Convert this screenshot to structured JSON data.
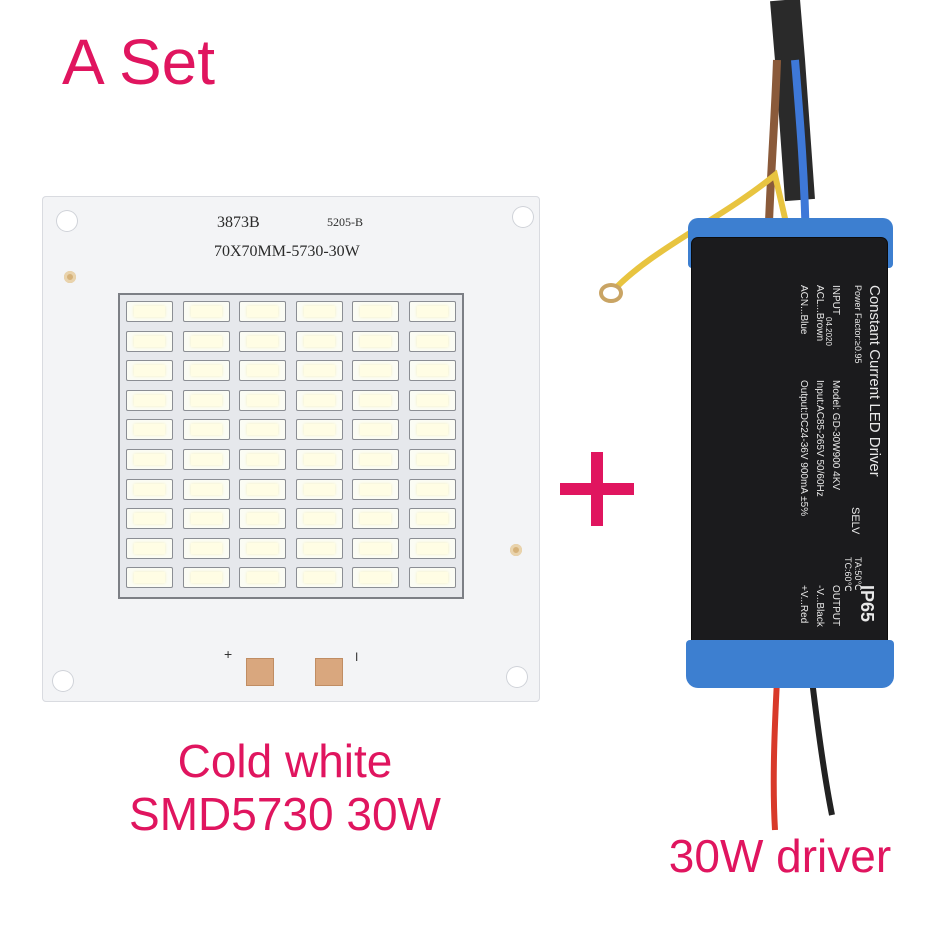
{
  "title": "A Set",
  "led_board": {
    "model": "3873B",
    "code": "5205-B",
    "spec": "70X70MM-5730-30W",
    "plus_mark": "+",
    "minus_mark": "I",
    "rows": 10,
    "cols": 6
  },
  "plus_sign": "+",
  "captions": {
    "led_line1": "Cold white",
    "led_line2": "SMD5730 30W",
    "driver": "30W driver"
  },
  "driver": {
    "title": "Constant Current LED Driver",
    "power_factor": "Power Factor:≥0.95",
    "input_header": "INPUT",
    "input_l": "ACL...Brown",
    "input_n": "ACN...Blue",
    "date": "04.2020",
    "model": "Model: GD-30W900  4KV",
    "input_spec": "Input:AC85-265V 50/60Hz",
    "output_spec": "Output:DC24-36V 900mA ±5%",
    "selv": "SELV",
    "temp_a": "TA:50℃",
    "temp_c": "TC:60℃",
    "ip": "IP65",
    "output_header": "OUTPUT",
    "out_neg": "-V...Black",
    "out_pos": "+V...Red"
  },
  "colors": {
    "accent": "#e0155f",
    "driver_cap": "#3d7fd0",
    "driver_body": "#1b1b1d"
  }
}
